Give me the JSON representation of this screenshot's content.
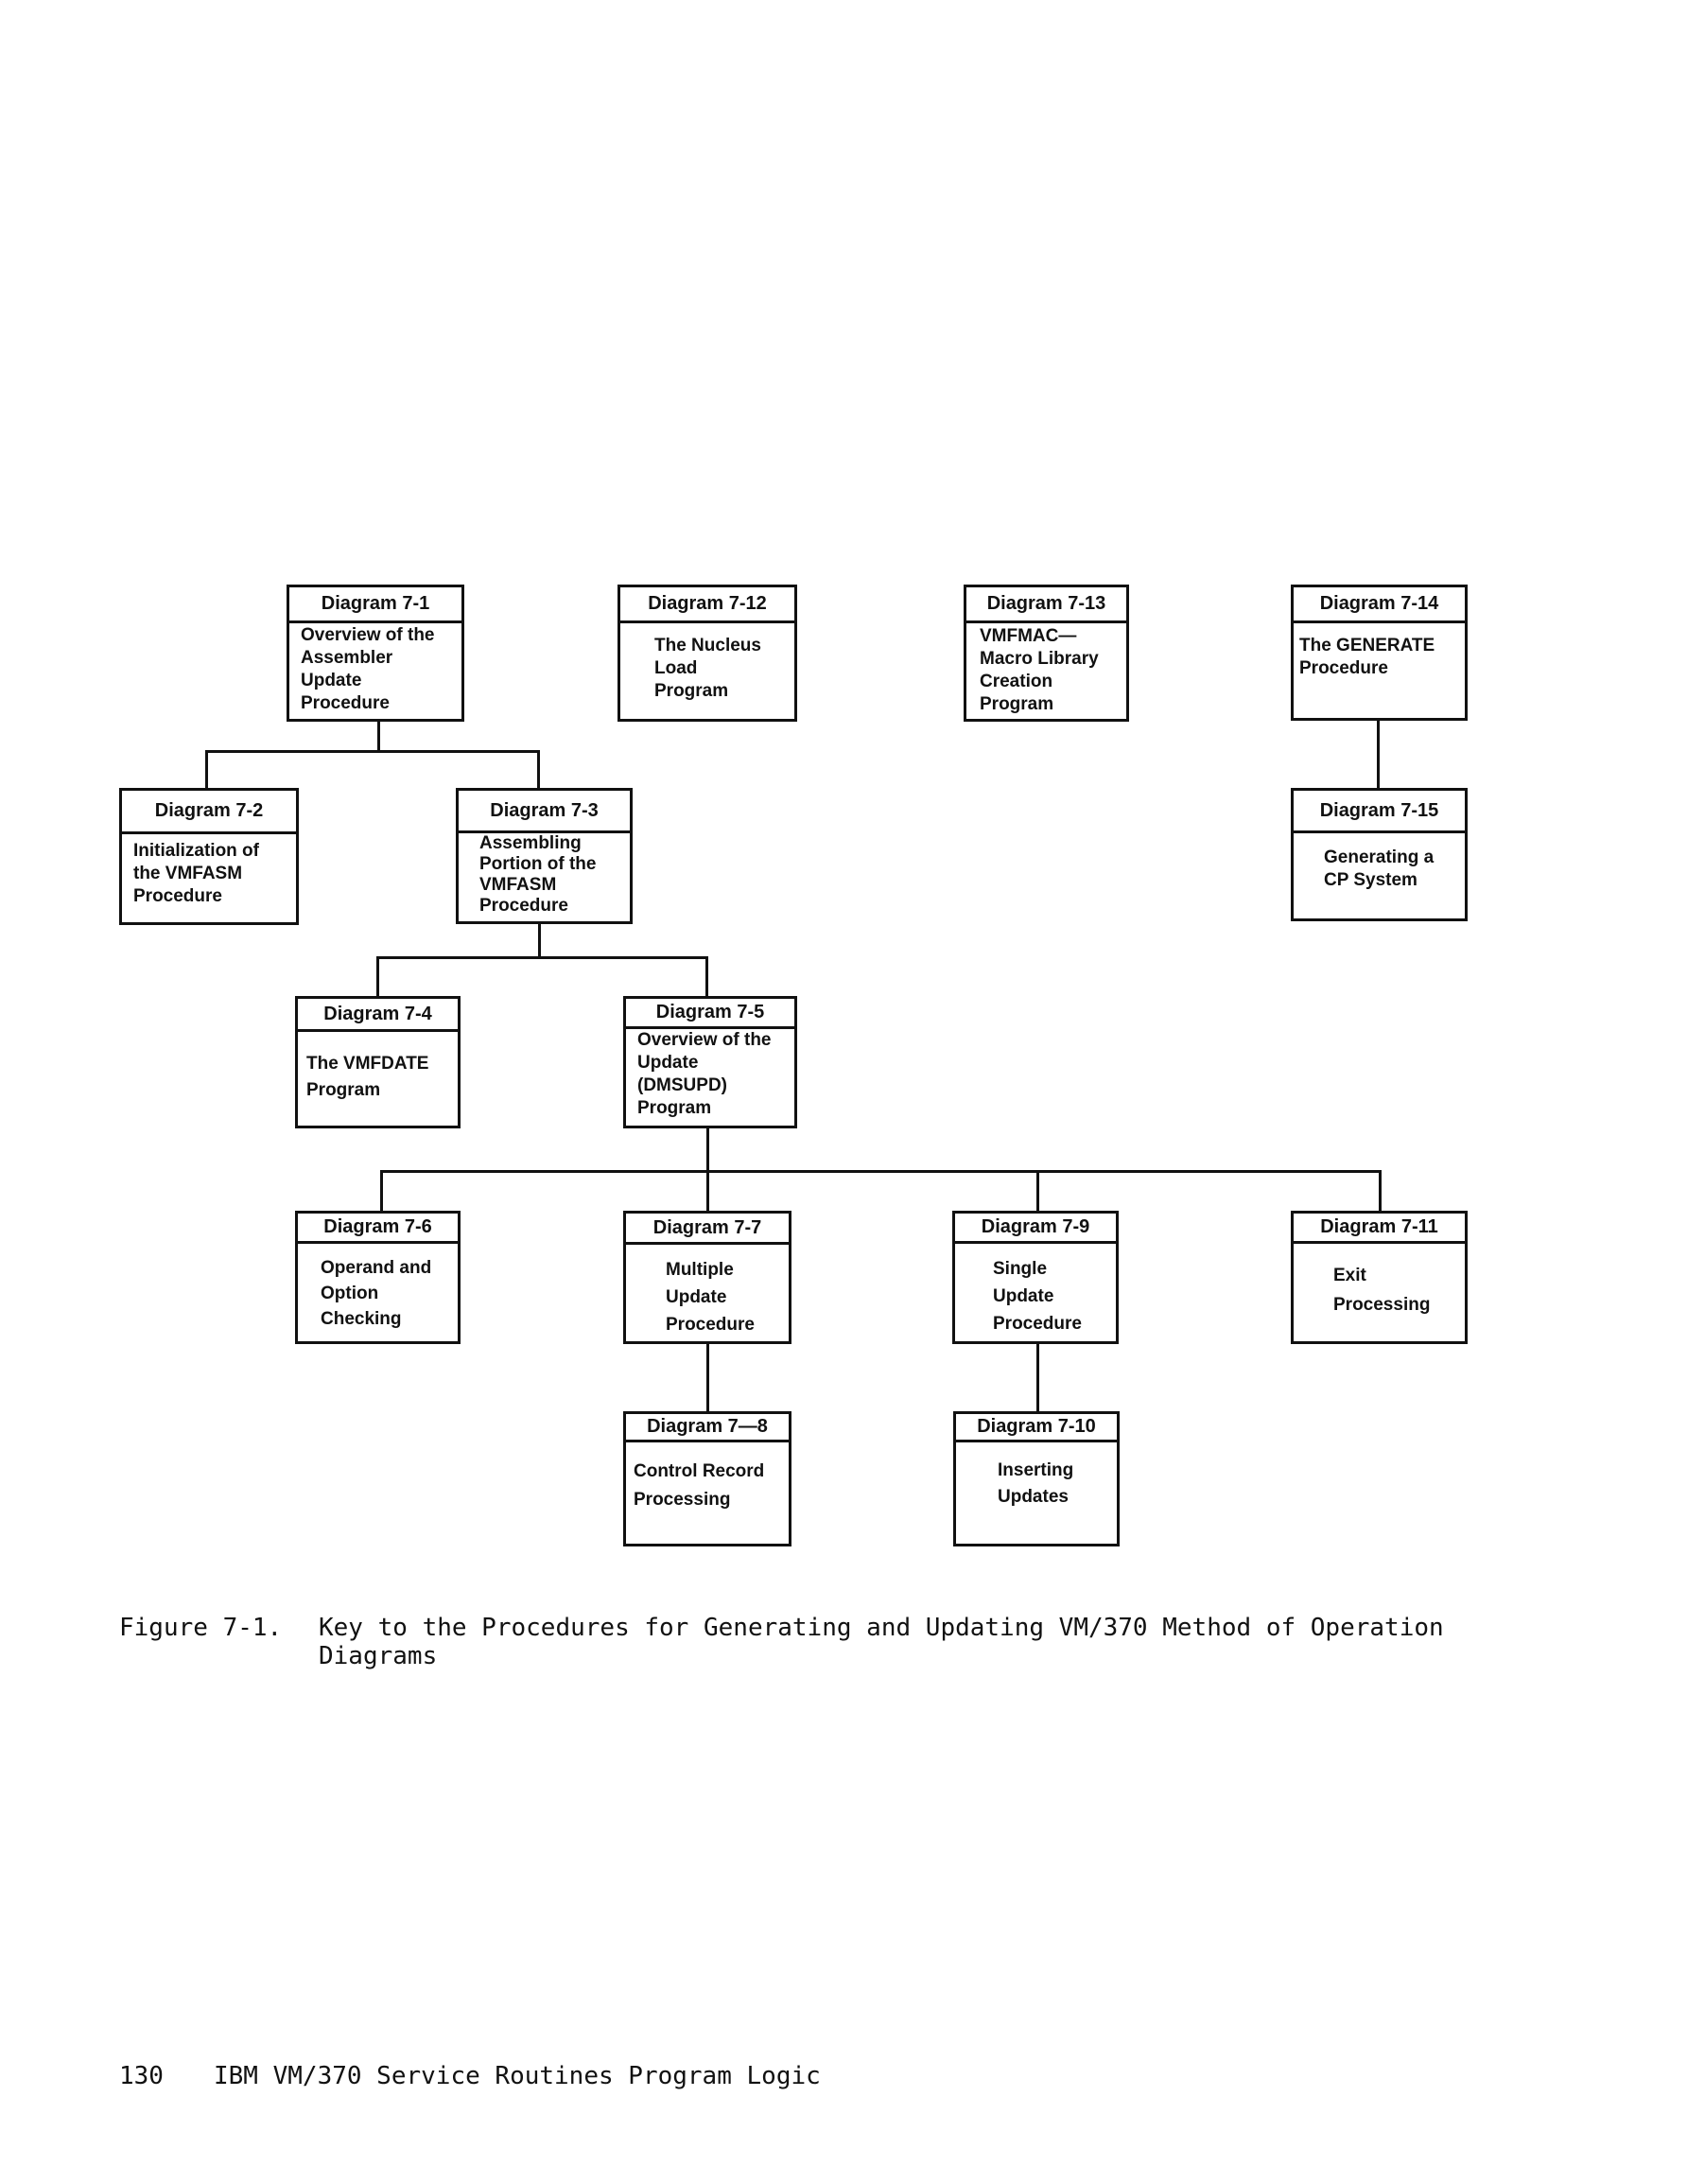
{
  "boxes": {
    "d7_1": {
      "header": "Diagram 7-1",
      "lines": [
        "Overview of the",
        "Assembler",
        "Update",
        "Procedure"
      ]
    },
    "d7_12": {
      "header": "Diagram 7-12",
      "lines": [
        "The Nucleus",
        "Load",
        "Program"
      ]
    },
    "d7_13": {
      "header": "Diagram 7-13",
      "lines": [
        "VMFMAC—",
        "Macro Library",
        "Creation",
        "Program"
      ]
    },
    "d7_14": {
      "header": "Diagram 7-14",
      "lines": [
        "The GENERATE",
        "Procedure"
      ]
    },
    "d7_2": {
      "header": "Diagram 7-2",
      "lines": [
        "Initialization of",
        "the VMFASM",
        "Procedure"
      ]
    },
    "d7_3": {
      "header": "Diagram 7-3",
      "lines": [
        "Assembling",
        "Portion of the",
        "VMFASM",
        "Procedure"
      ]
    },
    "d7_15": {
      "header": "Diagram 7-15",
      "lines": [
        "Generating a",
        "CP System"
      ]
    },
    "d7_4": {
      "header": "Diagram 7-4",
      "lines": [
        "The VMFDATE",
        "Program"
      ]
    },
    "d7_5": {
      "header": "Diagram 7-5",
      "lines": [
        "Overview of the",
        "Update",
        "(DMSUPD)",
        "Program"
      ]
    },
    "d7_6": {
      "header": "Diagram 7-6",
      "lines": [
        "Operand and",
        "Option",
        "Checking"
      ]
    },
    "d7_7": {
      "header": "Diagram 7-7",
      "lines": [
        "Multiple",
        "Update",
        "Procedure"
      ]
    },
    "d7_9": {
      "header": "Diagram 7-9",
      "lines": [
        "Single",
        "Update",
        "Procedure"
      ]
    },
    "d7_11": {
      "header": "Diagram 7-11",
      "lines": [
        "Exit",
        "Processing"
      ]
    },
    "d7_8": {
      "header": "Diagram 7—8",
      "lines": [
        "Control Record",
        "Processing"
      ]
    },
    "d7_10": {
      "header": "Diagram 7-10",
      "lines": [
        "Inserting",
        "Updates"
      ]
    }
  },
  "caption": {
    "label": "Figure 7-1.",
    "line1": "Key to the Procedures for Generating and Updating VM/370 Method of Operation",
    "line2": "Diagrams"
  },
  "footer": {
    "page_number": "130",
    "title": "IBM VM/370 Service Routines Program Logic"
  }
}
